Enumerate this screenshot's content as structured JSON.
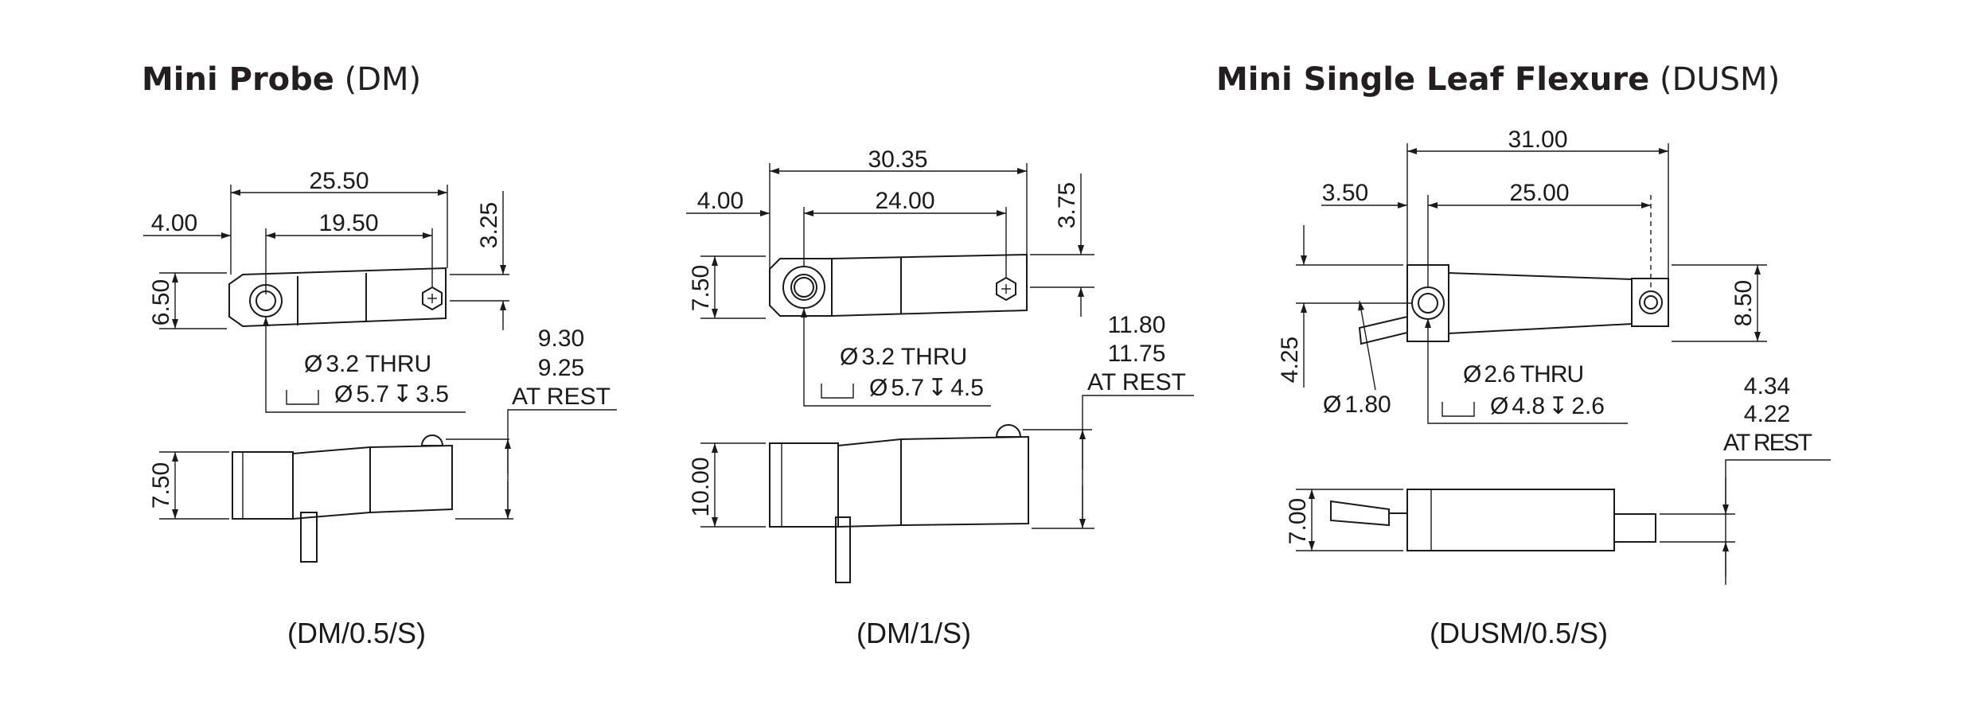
{
  "titles": {
    "left": {
      "bold": "Mini Probe",
      "normal": " (DM)"
    },
    "right": {
      "bold": "Mini Single Leaf Flexure",
      "normal": " (DUSM)"
    }
  },
  "dm05": {
    "caption": "(DM/0.5/S)",
    "dims": {
      "overall": "25.50",
      "offset": "4.00",
      "pitch": "19.50",
      "height": "6.50",
      "top_gap": "3.25",
      "side_height": "7.50",
      "rest_1": "9.30",
      "rest_2": "9.25",
      "rest_label": "AT REST"
    },
    "hole": {
      "thru": "3.2 THRU",
      "cbore": "5.7",
      "depth": "3.5"
    }
  },
  "dm1": {
    "caption": "(DM/1/S)",
    "dims": {
      "overall": "30.35",
      "offset": "4.00",
      "pitch": "24.00",
      "height": "7.50",
      "top_gap": "3.75",
      "side_height": "10.00",
      "rest_1": "11.80",
      "rest_2": "11.75",
      "rest_label": "AT REST"
    },
    "hole": {
      "thru": "3.2 THRU",
      "cbore": "5.7",
      "depth": "4.5"
    }
  },
  "dusm": {
    "caption": "(DUSM/0.5/S)",
    "dims": {
      "overall": "31.00",
      "offset": "3.50",
      "pitch": "25.00",
      "height": "8.50",
      "leaf_offset": "4.25",
      "leaf_dia": "1.80",
      "side_height": "7.00",
      "rest_1": "4.34",
      "rest_2": "4.22",
      "rest_label": "AT REST"
    },
    "hole": {
      "thru": "2.6 THRU",
      "cbore": "4.8",
      "depth": "2.6"
    }
  },
  "symbols": {
    "diameter": "Ø",
    "depth": "↧"
  }
}
